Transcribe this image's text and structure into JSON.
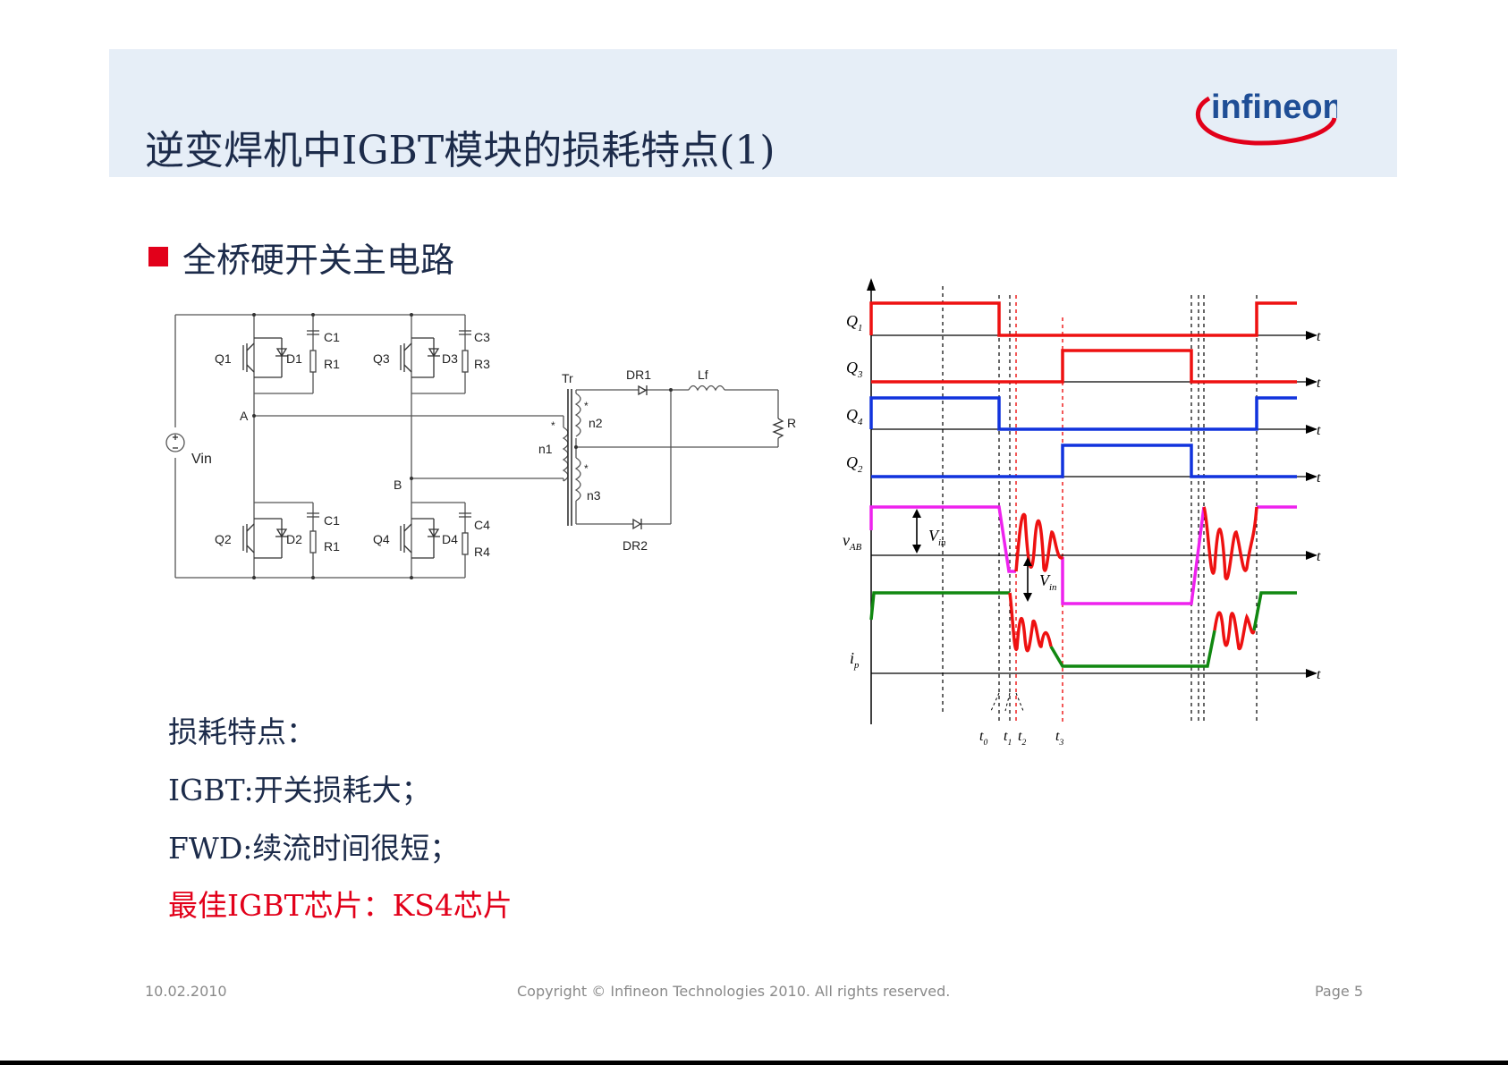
{
  "slide": {
    "title": "逆变焊机中IGBT模块的损耗特点(1)",
    "logo_text": "infineon",
    "bullet": "全桥硬开关主电路",
    "loss_heading": "损耗特点：",
    "loss_items": [
      "IGBT:开关损耗大；",
      "FWD:续流时间很短；"
    ],
    "recommendation": "最佳IGBT芯片：KS4芯片",
    "footer": {
      "date": "10.02.2010",
      "copyright": "Copyright © Infineon Technologies 2010. All rights reserved.",
      "page": "Page 5"
    }
  },
  "circuit": {
    "switches": [
      "Q1",
      "Q2",
      "Q3",
      "Q4"
    ],
    "diodes": [
      "D1",
      "D2",
      "D3",
      "D4"
    ],
    "capacitors": [
      "C1",
      "C1",
      "C3",
      "C4"
    ],
    "resistors": [
      "R1",
      "R1",
      "R3",
      "R4"
    ],
    "source": "Vin",
    "nodes": [
      "A",
      "B"
    ],
    "transformer": "Tr",
    "windings": [
      "n1",
      "n2",
      "n3"
    ],
    "dot": "*",
    "rectifiers": [
      "DR1",
      "DR2"
    ],
    "inductor": "Lf",
    "load": "R"
  },
  "waveforms": {
    "signals": [
      {
        "main": "Q",
        "sub": "1",
        "color": "#ee1111"
      },
      {
        "main": "Q",
        "sub": "3",
        "color": "#ee1111"
      },
      {
        "main": "Q",
        "sub": "4",
        "color": "#1133dd"
      },
      {
        "main": "Q",
        "sub": "2",
        "color": "#1133dd"
      },
      {
        "main": "v",
        "sub": "AB",
        "color": "#ee22ee"
      },
      {
        "main": "i",
        "sub": "p",
        "color": "#118811"
      }
    ],
    "axis_label": "t",
    "amp_main": "V",
    "amp_sub": "in",
    "time_marks": [
      {
        "main": "t",
        "sub": "0"
      },
      {
        "main": "t",
        "sub": "1"
      },
      {
        "main": "t",
        "sub": "2"
      },
      {
        "main": "t",
        "sub": "3"
      }
    ],
    "ringing_color": "#ee1111"
  }
}
